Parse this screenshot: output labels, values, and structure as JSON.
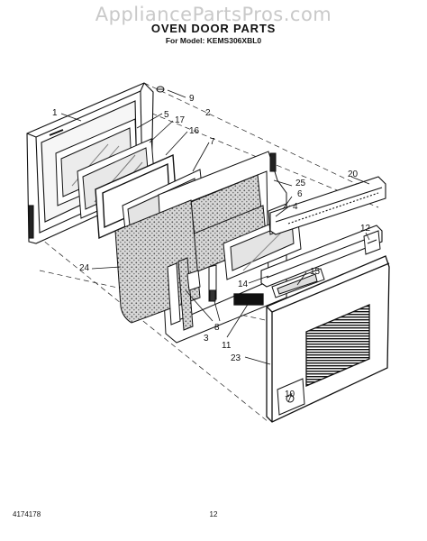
{
  "watermark": "AppliancePartsPros.com",
  "title": "OVEN DOOR PARTS",
  "subtitle": "For Model: KEMS306XBL0",
  "callouts": [
    "1",
    "2",
    "3",
    "4",
    "5",
    "6",
    "7",
    "8",
    "9",
    "10",
    "11",
    "12",
    "14",
    "15",
    "16",
    "17",
    "20",
    "23",
    "24",
    "25"
  ],
  "footer": {
    "doc_number": "4174178",
    "page_number": "12"
  }
}
